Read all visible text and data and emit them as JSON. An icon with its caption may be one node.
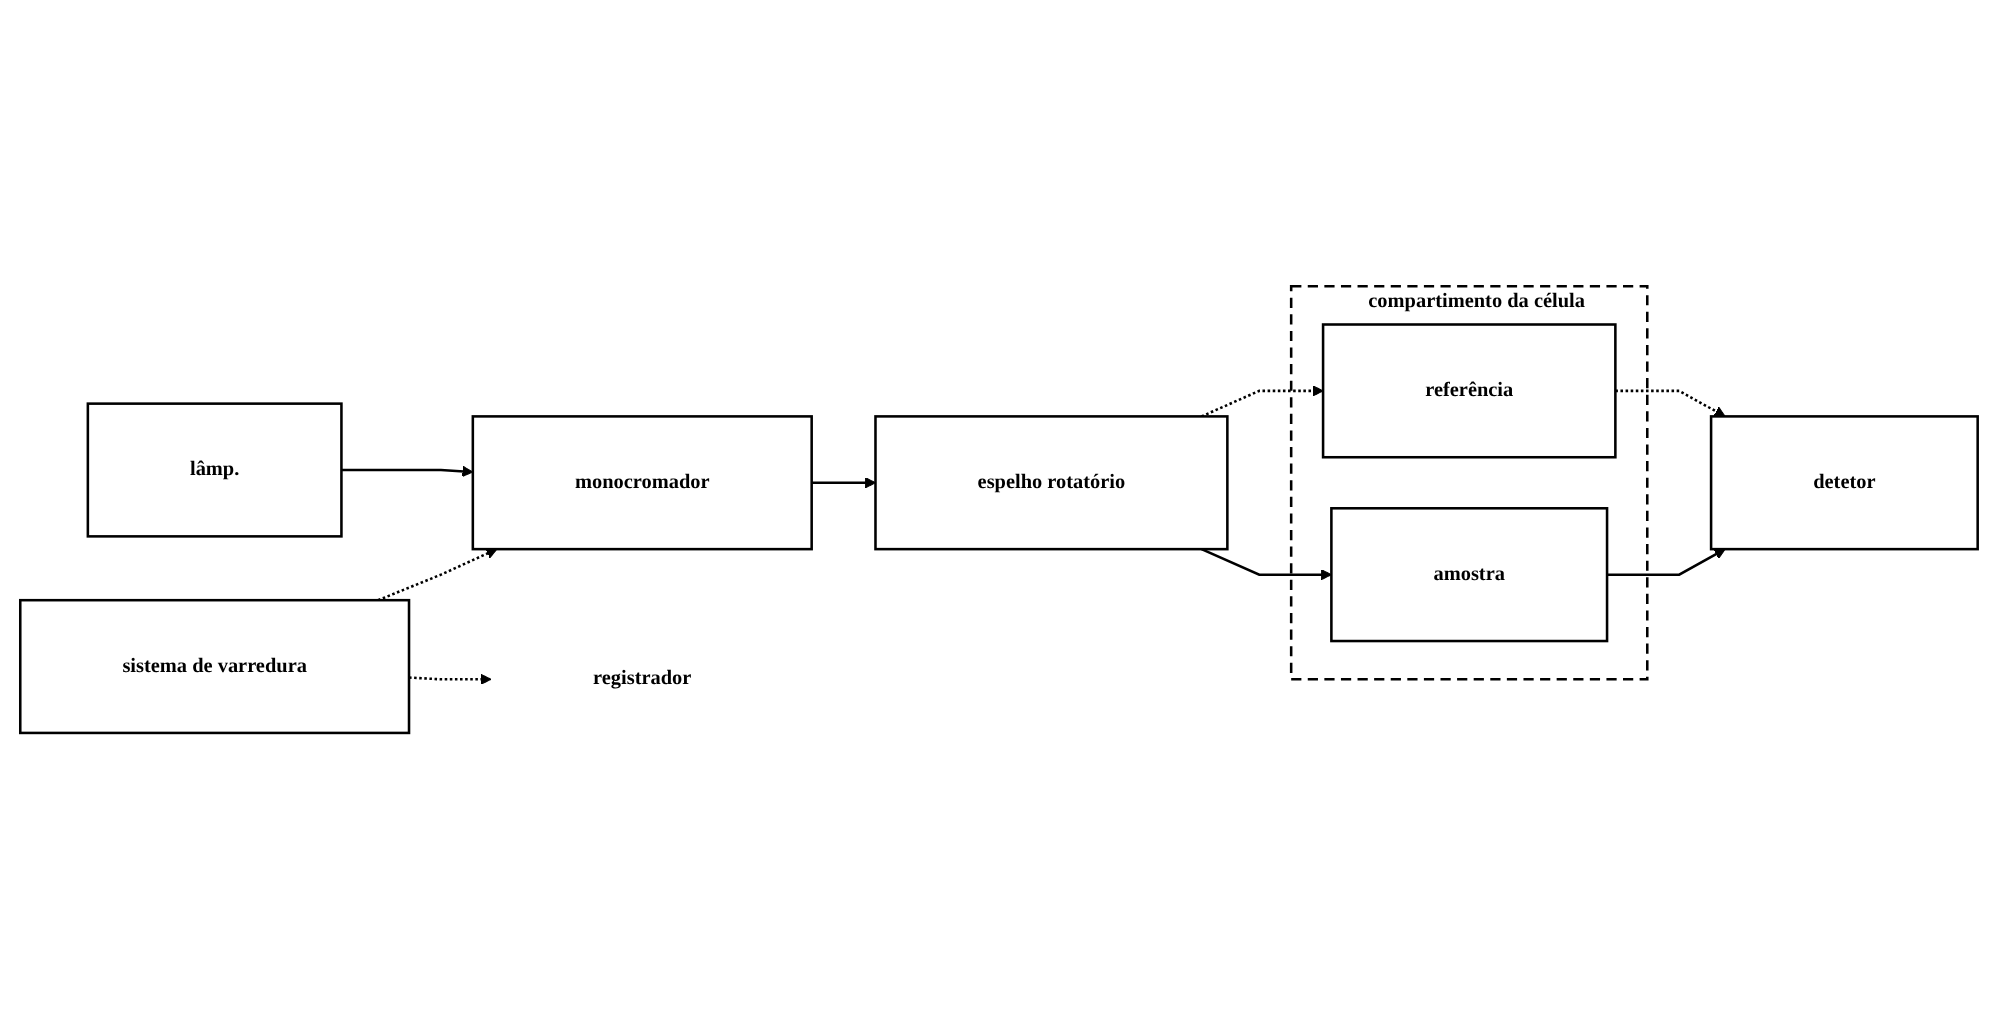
{
  "diagram": {
    "nodes": [
      {
        "text": [
          "lâmp."
        ]
      },
      {
        "text": [
          "monocromador"
        ]
      },
      {
        "text": [
          "espelho rotatório"
        ]
      },
      {
        "text": [
          "compartimento da célula"
        ]
      },
      {
        "text": [
          "referência"
        ],
        "in": 3
      },
      {
        "text": [
          "amostra"
        ],
        "in": 3
      },
      {
        "text": [
          "detetor"
        ]
      },
      {
        "text": [
          "sistema de varredura"
        ]
      },
      {
        "text": [
          "registrador"
        ]
      }
    ],
    "edges": [
      {
        "from": 0,
        "to": 1,
        "arrow": "to"
      },
      {
        "from": 1,
        "to": 2,
        "arrow": "to"
      },
      {
        "from": 2,
        "to": 4,
        "arrow": "to",
        "style": "dashed"
      },
      {
        "from": 2,
        "to": 5,
        "arrow": "to"
      },
      {
        "from": 4,
        "to": 6,
        "arrow": "to",
        "style": "dashed"
      },
      {
        "from": 5,
        "to": 6,
        "arrow": "to"
      },
      {
        "from": 7,
        "to": 1,
        "arrow": "to",
        "style": "dashed"
      },
      {
        "from": 7,
        "to": 8,
        "arrow": "to",
        "style": "dashed"
      }
    ]
  }
}
